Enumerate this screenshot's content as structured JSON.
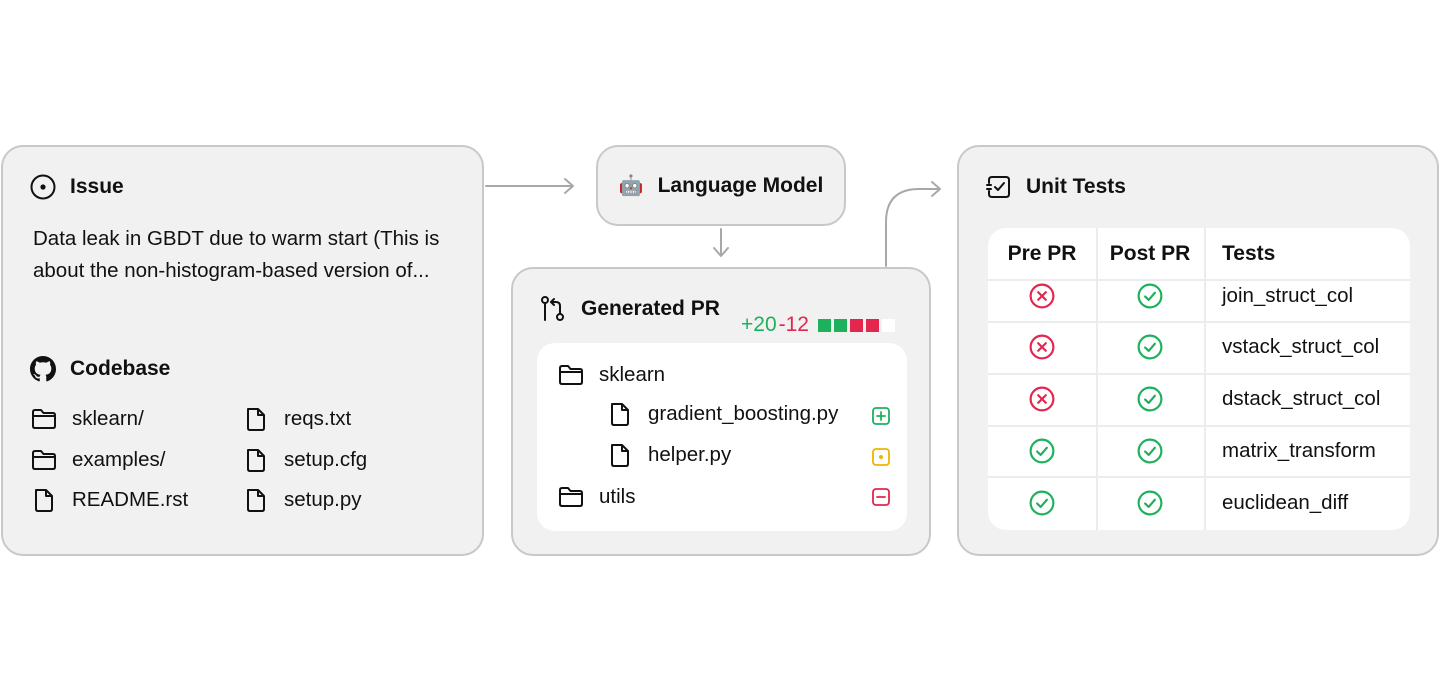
{
  "issue": {
    "title": "Issue",
    "text": "Data leak in GBDT due to warm start (This is about the non-histogram-based version of...",
    "codebase_title": "Codebase",
    "files_left": [
      "sklearn/",
      "examples/",
      "README.rst"
    ],
    "files_right": [
      "reqs.txt",
      "setup.cfg",
      "setup.py"
    ]
  },
  "model": {
    "label": "Language Model",
    "icon": "🤖"
  },
  "pr": {
    "title": "Generated PR",
    "additions": "+20",
    "deletions": "-12",
    "tree": {
      "folder1": "sklearn",
      "file1": "gradient_boosting.py",
      "file2": "helper.py",
      "folder2": "utils"
    }
  },
  "tests": {
    "title": "Unit Tests",
    "headers": [
      "Pre PR",
      "Post PR",
      "Tests"
    ],
    "rows": [
      {
        "pre": "fail",
        "post": "pass",
        "name": "join_struct_col"
      },
      {
        "pre": "fail",
        "post": "pass",
        "name": "vstack_struct_col"
      },
      {
        "pre": "fail",
        "post": "pass",
        "name": "dstack_struct_col"
      },
      {
        "pre": "pass",
        "post": "pass",
        "name": "matrix_transform"
      },
      {
        "pre": "pass",
        "post": "pass",
        "name": "euclidean_diff"
      }
    ]
  },
  "colors": {
    "pass": "#1db15c",
    "fail": "#e3264e",
    "modified": "#f0b400",
    "panel_bg": "#f1f1f1",
    "panel_border": "#c8c8c8"
  }
}
